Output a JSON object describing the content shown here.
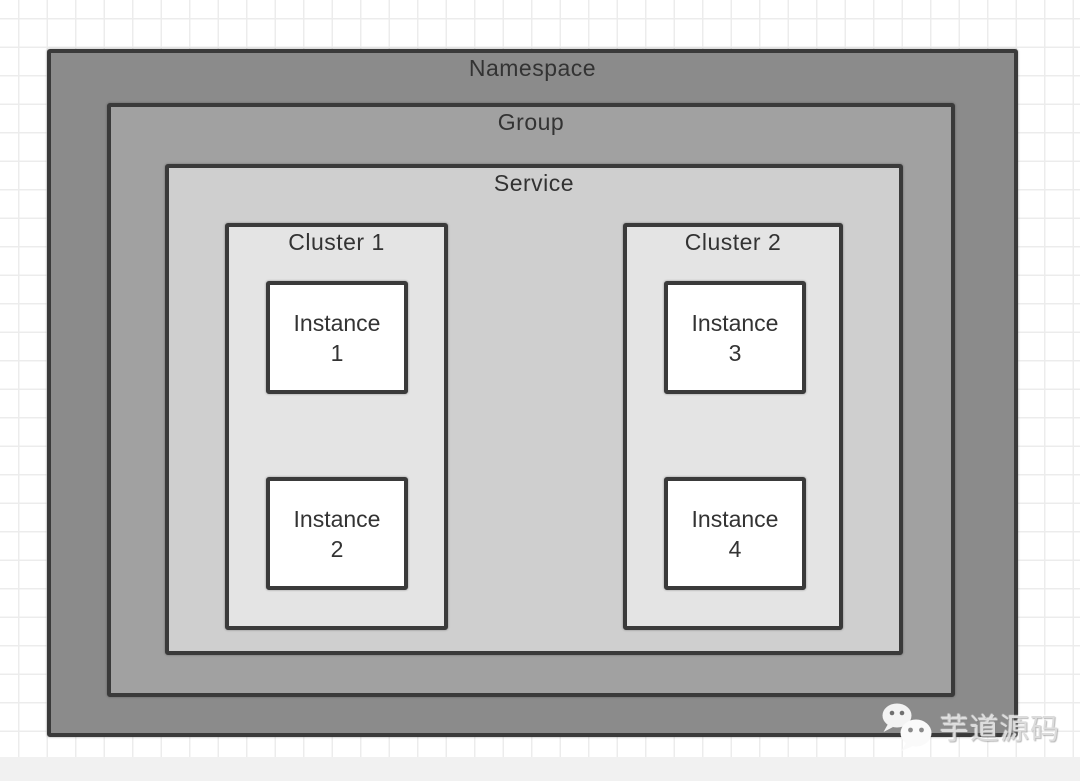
{
  "diagram": {
    "namespace": {
      "label": "Namespace"
    },
    "group": {
      "label": "Group"
    },
    "service": {
      "label": "Service"
    },
    "clusters": [
      {
        "label": "Cluster 1",
        "instances": [
          {
            "line1": "Instance",
            "line2": "1"
          },
          {
            "line1": "Instance",
            "line2": "2"
          }
        ]
      },
      {
        "label": "Cluster 2",
        "instances": [
          {
            "line1": "Instance",
            "line2": "3"
          },
          {
            "line1": "Instance",
            "line2": "4"
          }
        ]
      }
    ]
  },
  "watermark": {
    "icon": "wechat-icon",
    "text": "芋道源码"
  },
  "colors": {
    "border": "#3a3a3a",
    "label_text": "#333333",
    "namespace_fill": "#8b8b8b",
    "group_fill": "#a1a1a1",
    "service_fill": "#cfcfcf",
    "cluster_fill": "#e4e4e4",
    "instance_fill": "#ffffff",
    "grid_line": "#ececec",
    "page_background": "#ffffff",
    "bottom_band": "#f1f1f1",
    "watermark_text": "#dcdcdc"
  }
}
